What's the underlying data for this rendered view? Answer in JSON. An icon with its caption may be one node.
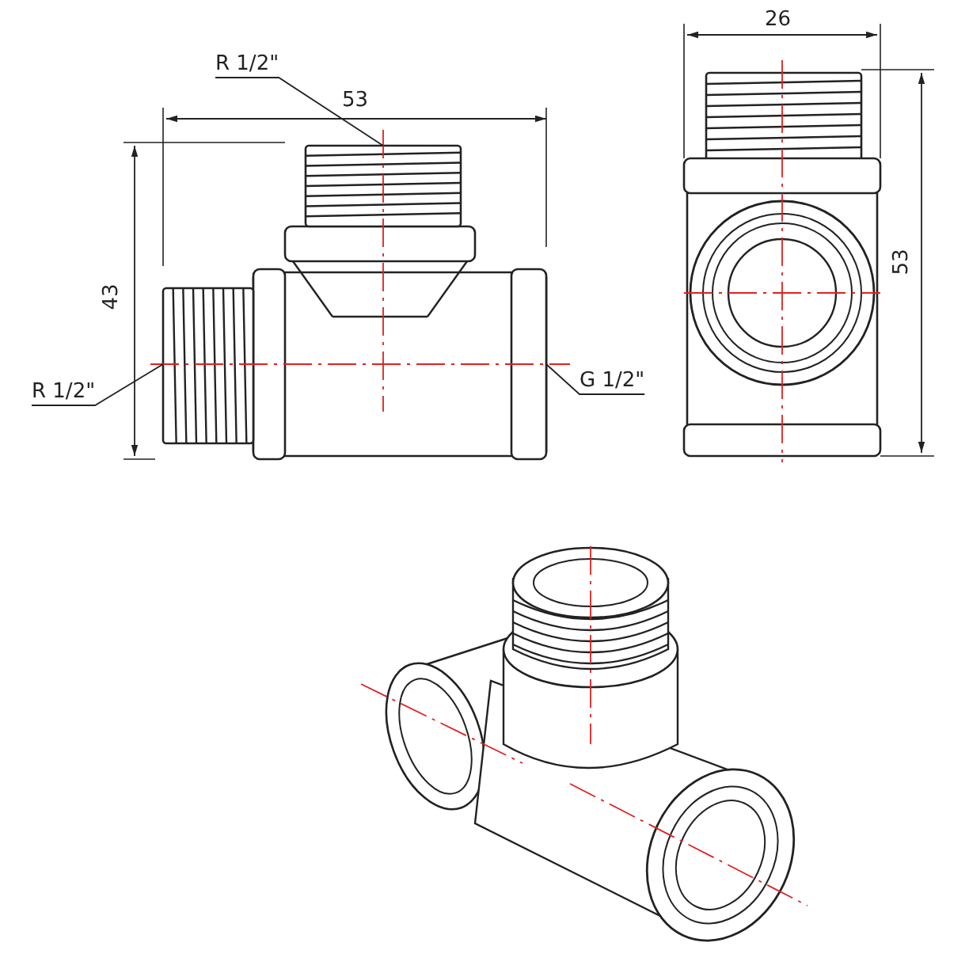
{
  "diagram": {
    "nodes": [
      {
        "text": [
          "R 1/2\""
        ]
      },
      {
        "text": [],
        "shape": "picture"
      },
      {
        "text": [
          "R 1/2\""
        ]
      },
      {
        "text": [],
        "shape": "picture"
      },
      {
        "text": [
          "G 1/2\""
        ]
      },
      {
        "text": [],
        "shape": "box"
      }
    ],
    "edges": [
      {
        "from": 0,
        "to": 1,
        "arrow": "none"
      },
      {
        "from": 2,
        "to": 3,
        "arrow": "none"
      },
      {
        "from": 4,
        "to": 5,
        "arrow": "none"
      }
    ],
    "labels": [
      "26",
      "53",
      "43",
      "53"
    ]
  }
}
